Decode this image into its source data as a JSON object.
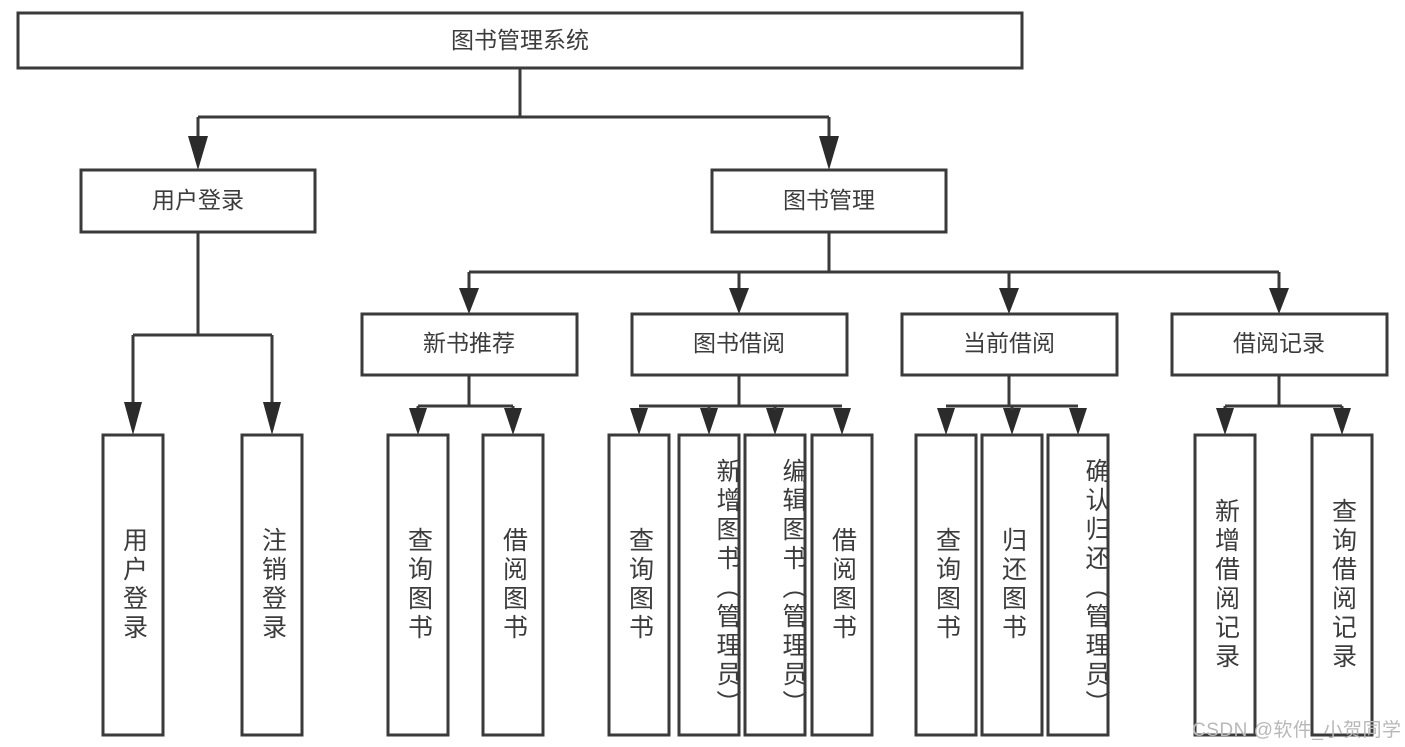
{
  "diagram": {
    "title_node": {
      "label": "图书管理系统"
    },
    "level2": [
      {
        "label": "用户登录"
      },
      {
        "label": "图书管理"
      }
    ],
    "level3": [
      {
        "label": "新书推荐"
      },
      {
        "label": "图书借阅"
      },
      {
        "label": "当前借阅"
      },
      {
        "label": "借阅记录"
      }
    ],
    "leaves": {
      "user_login": [
        {
          "label": "用户登录"
        },
        {
          "label": "注销登录"
        }
      ],
      "new_book_recommend": [
        {
          "label": "查询图书"
        },
        {
          "label": "借阅图书"
        }
      ],
      "book_borrow": [
        {
          "label": "查询图书"
        },
        {
          "label": "新增图书（管理员）"
        },
        {
          "label": "编辑图书（管理员）"
        },
        {
          "label": "借阅图书"
        }
      ],
      "current_borrow": [
        {
          "label": "查询图书"
        },
        {
          "label": "归还图书"
        },
        {
          "label": "确认归还（管理员）"
        }
      ],
      "borrow_record": [
        {
          "label": "新增借阅记录"
        },
        {
          "label": "查询借阅记录"
        }
      ]
    }
  },
  "watermark": {
    "text": "CSDN @软件_小贺同学"
  },
  "colors": {
    "box_stroke": "#3a3a3a",
    "text": "#3c3c3c",
    "background": "#ffffff",
    "watermark": "#b8b8b8"
  }
}
